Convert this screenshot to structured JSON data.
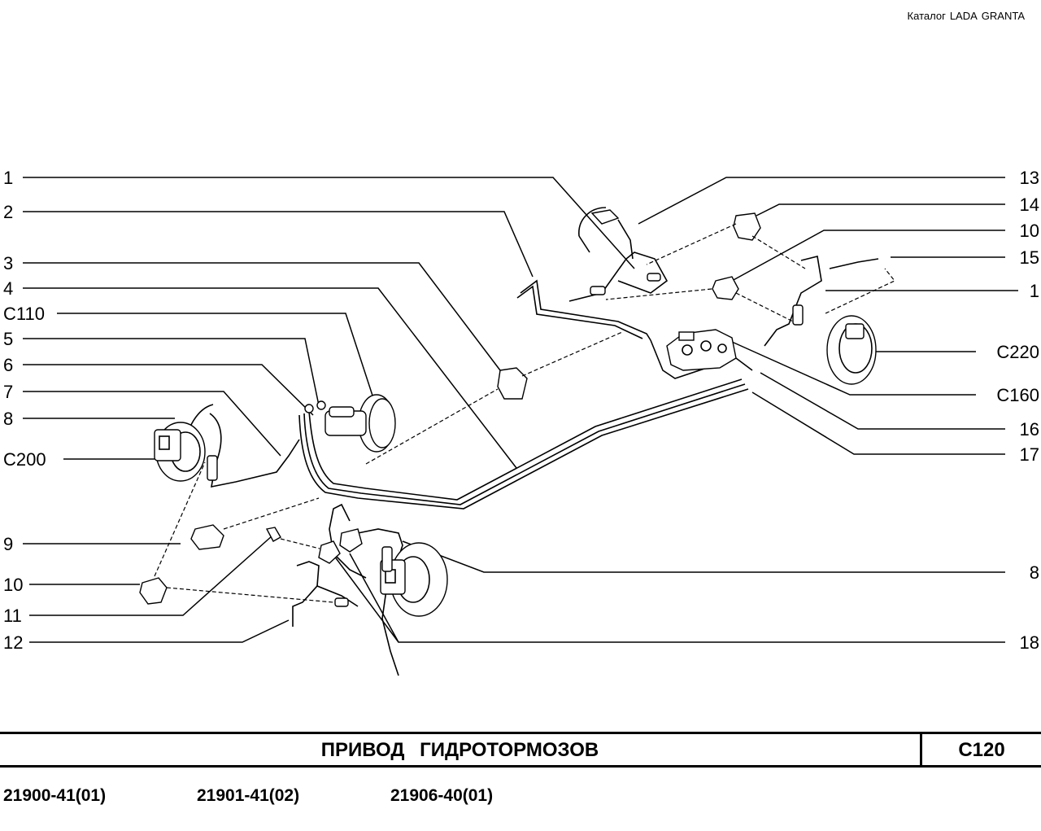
{
  "catalog": {
    "prefix": "Каталог",
    "brand": "LADA",
    "model": "GRANTA"
  },
  "diagram": {
    "left_labels": [
      "1",
      "2",
      "3",
      "4",
      "С110",
      "5",
      "6",
      "7",
      "8",
      "С200",
      "9",
      "10",
      "11",
      "12"
    ],
    "right_labels": [
      "13",
      "14",
      "10",
      "15",
      "1",
      "С220",
      "С160",
      "16",
      "17",
      "8",
      "18"
    ]
  },
  "title": "ПРИВОД   ГИДРОТОРМОЗОВ",
  "code": "С120",
  "models": [
    "21900-41(01)",
    "21901-41(02)",
    "21906-40(01)"
  ]
}
